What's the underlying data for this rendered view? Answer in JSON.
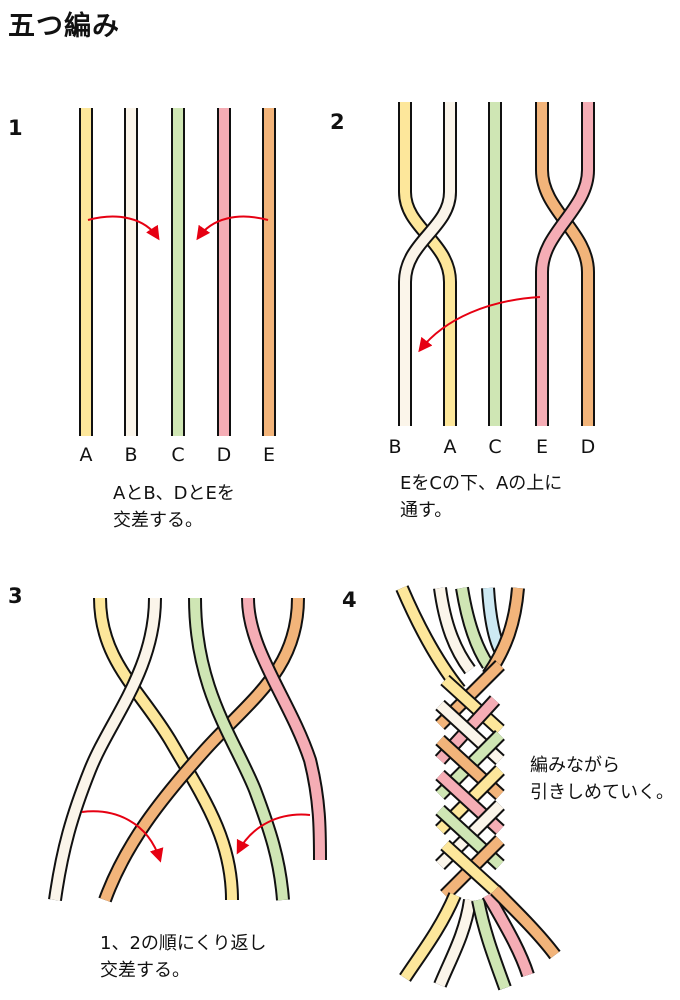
{
  "title": "五つ編み",
  "colors": {
    "A": "#fde79b",
    "B": "#fbf5ea",
    "C": "#cfe6b4",
    "D": "#f5adb5",
    "E": "#f2b47a",
    "blue": "#cde9f3",
    "outline": "#111111",
    "arrow": "#e60012"
  },
  "steps": [
    {
      "number": "1",
      "labels": [
        "A",
        "B",
        "C",
        "D",
        "E"
      ],
      "caption_lines": [
        "AとB、DとEを",
        "交差する。"
      ]
    },
    {
      "number": "2",
      "labels": [
        "B",
        "A",
        "C",
        "E",
        "D"
      ],
      "caption_lines": [
        "EをCの下、Aの上に",
        "通す。"
      ]
    },
    {
      "number": "3",
      "caption_lines": [
        "1、2の順にくり返し",
        "交差する。"
      ]
    },
    {
      "number": "4",
      "caption_lines": [
        "編みながら",
        "引きしめていく。"
      ]
    }
  ]
}
